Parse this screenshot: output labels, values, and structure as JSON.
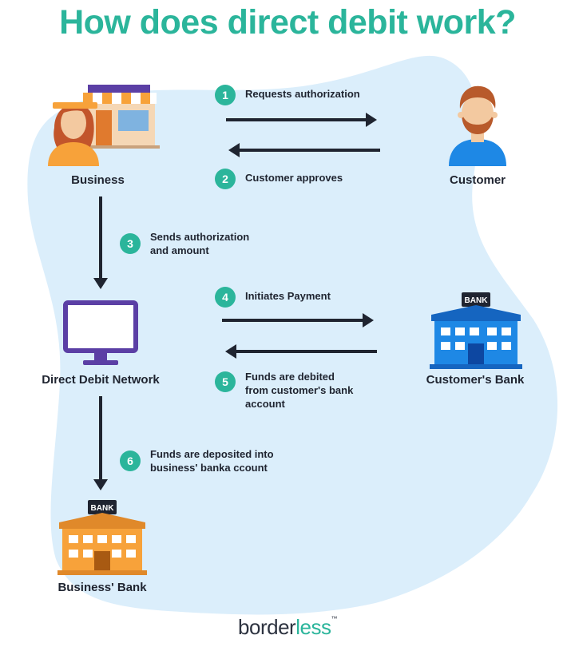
{
  "title": "How does direct debit work?",
  "nodes": {
    "business": "Business",
    "customer": "Customer",
    "network": "Direct Debit Network",
    "customer_bank": "Customer's Bank",
    "business_bank": "Business' Bank"
  },
  "steps": [
    {
      "number": "1",
      "text": "Requests authorization"
    },
    {
      "number": "2",
      "text": "Customer approves"
    },
    {
      "number": "3",
      "text": "Sends  authorization\nand amount"
    },
    {
      "number": "4",
      "text": "Initiates Payment"
    },
    {
      "number": "5",
      "text": "Funds are debited\nfrom customer's bank\naccount"
    },
    {
      "number": "6",
      "text": "Funds are deposited  into\nbusiness' banka ccount"
    }
  ],
  "bank_sign": "BANK",
  "brand": {
    "main": "border",
    "accent": "less",
    "mark": "™"
  },
  "colors": {
    "teal": "#2bb59b",
    "blob": "#dbeefb",
    "arrow": "#1f2430",
    "customer_bank_blue": "#1e88e5",
    "business_bank_orange": "#f7a23a",
    "monitor_purple": "#5b3fa5"
  }
}
